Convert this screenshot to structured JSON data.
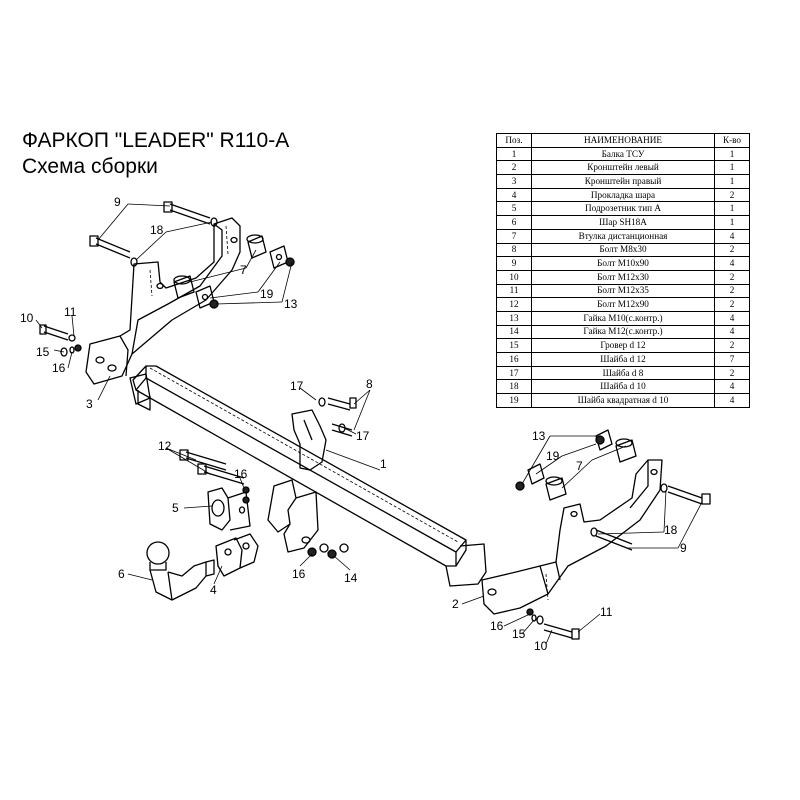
{
  "title": {
    "line1": "ФАРКОП \"LEADER\" R110-A",
    "line2": "Схема сборки"
  },
  "table": {
    "headers": [
      "Поз.",
      "НАИМЕНОВАНИЕ",
      "К-во"
    ],
    "rows": [
      [
        "1",
        "Балка ТСУ",
        "1"
      ],
      [
        "2",
        "Кронштейн левый",
        "1"
      ],
      [
        "3",
        "Кронштейн правый",
        "1"
      ],
      [
        "4",
        "Прокладка шара",
        "2"
      ],
      [
        "5",
        "Подрозетник тип А",
        "1"
      ],
      [
        "6",
        "Шар SH18A",
        "1"
      ],
      [
        "7",
        "Втулка дистанционная",
        "4"
      ],
      [
        "8",
        "Болт М8х30",
        "2"
      ],
      [
        "9",
        "Болт М10х90",
        "4"
      ],
      [
        "10",
        "Болт М12х30",
        "2"
      ],
      [
        "11",
        "Болт М12х35",
        "2"
      ],
      [
        "12",
        "Болт М12х90",
        "2"
      ],
      [
        "13",
        "Гайка М10(с.контр.)",
        "4"
      ],
      [
        "14",
        "Гайка М12(с.контр.)",
        "4"
      ],
      [
        "15",
        "Гровер d 12",
        "2"
      ],
      [
        "16",
        "Шайба d 12",
        "7"
      ],
      [
        "17",
        "Шайба d 8",
        "2"
      ],
      [
        "18",
        "Шайба d 10",
        "4"
      ],
      [
        "19",
        "Шайба квадратная d 10",
        "4"
      ]
    ]
  },
  "callouts": {
    "c9a": "9",
    "c18a": "18",
    "c7a": "7",
    "c19a": "19",
    "c13a": "13",
    "c10a": "10",
    "c11a": "11",
    "c15a": "15",
    "c16a": "16",
    "c3": "3",
    "c17a": "17",
    "c8": "8",
    "c17b": "17",
    "c1": "1",
    "c12": "12",
    "c16b": "16",
    "c5": "5",
    "c6": "6",
    "c4": "4",
    "c16c": "16",
    "c14": "14",
    "c13b": "13",
    "c19b": "19",
    "c7b": "7",
    "c18b": "18",
    "c9b": "9",
    "c2": "2",
    "c16d": "16",
    "c15b": "15",
    "c10b": "10",
    "c11b": "11"
  }
}
